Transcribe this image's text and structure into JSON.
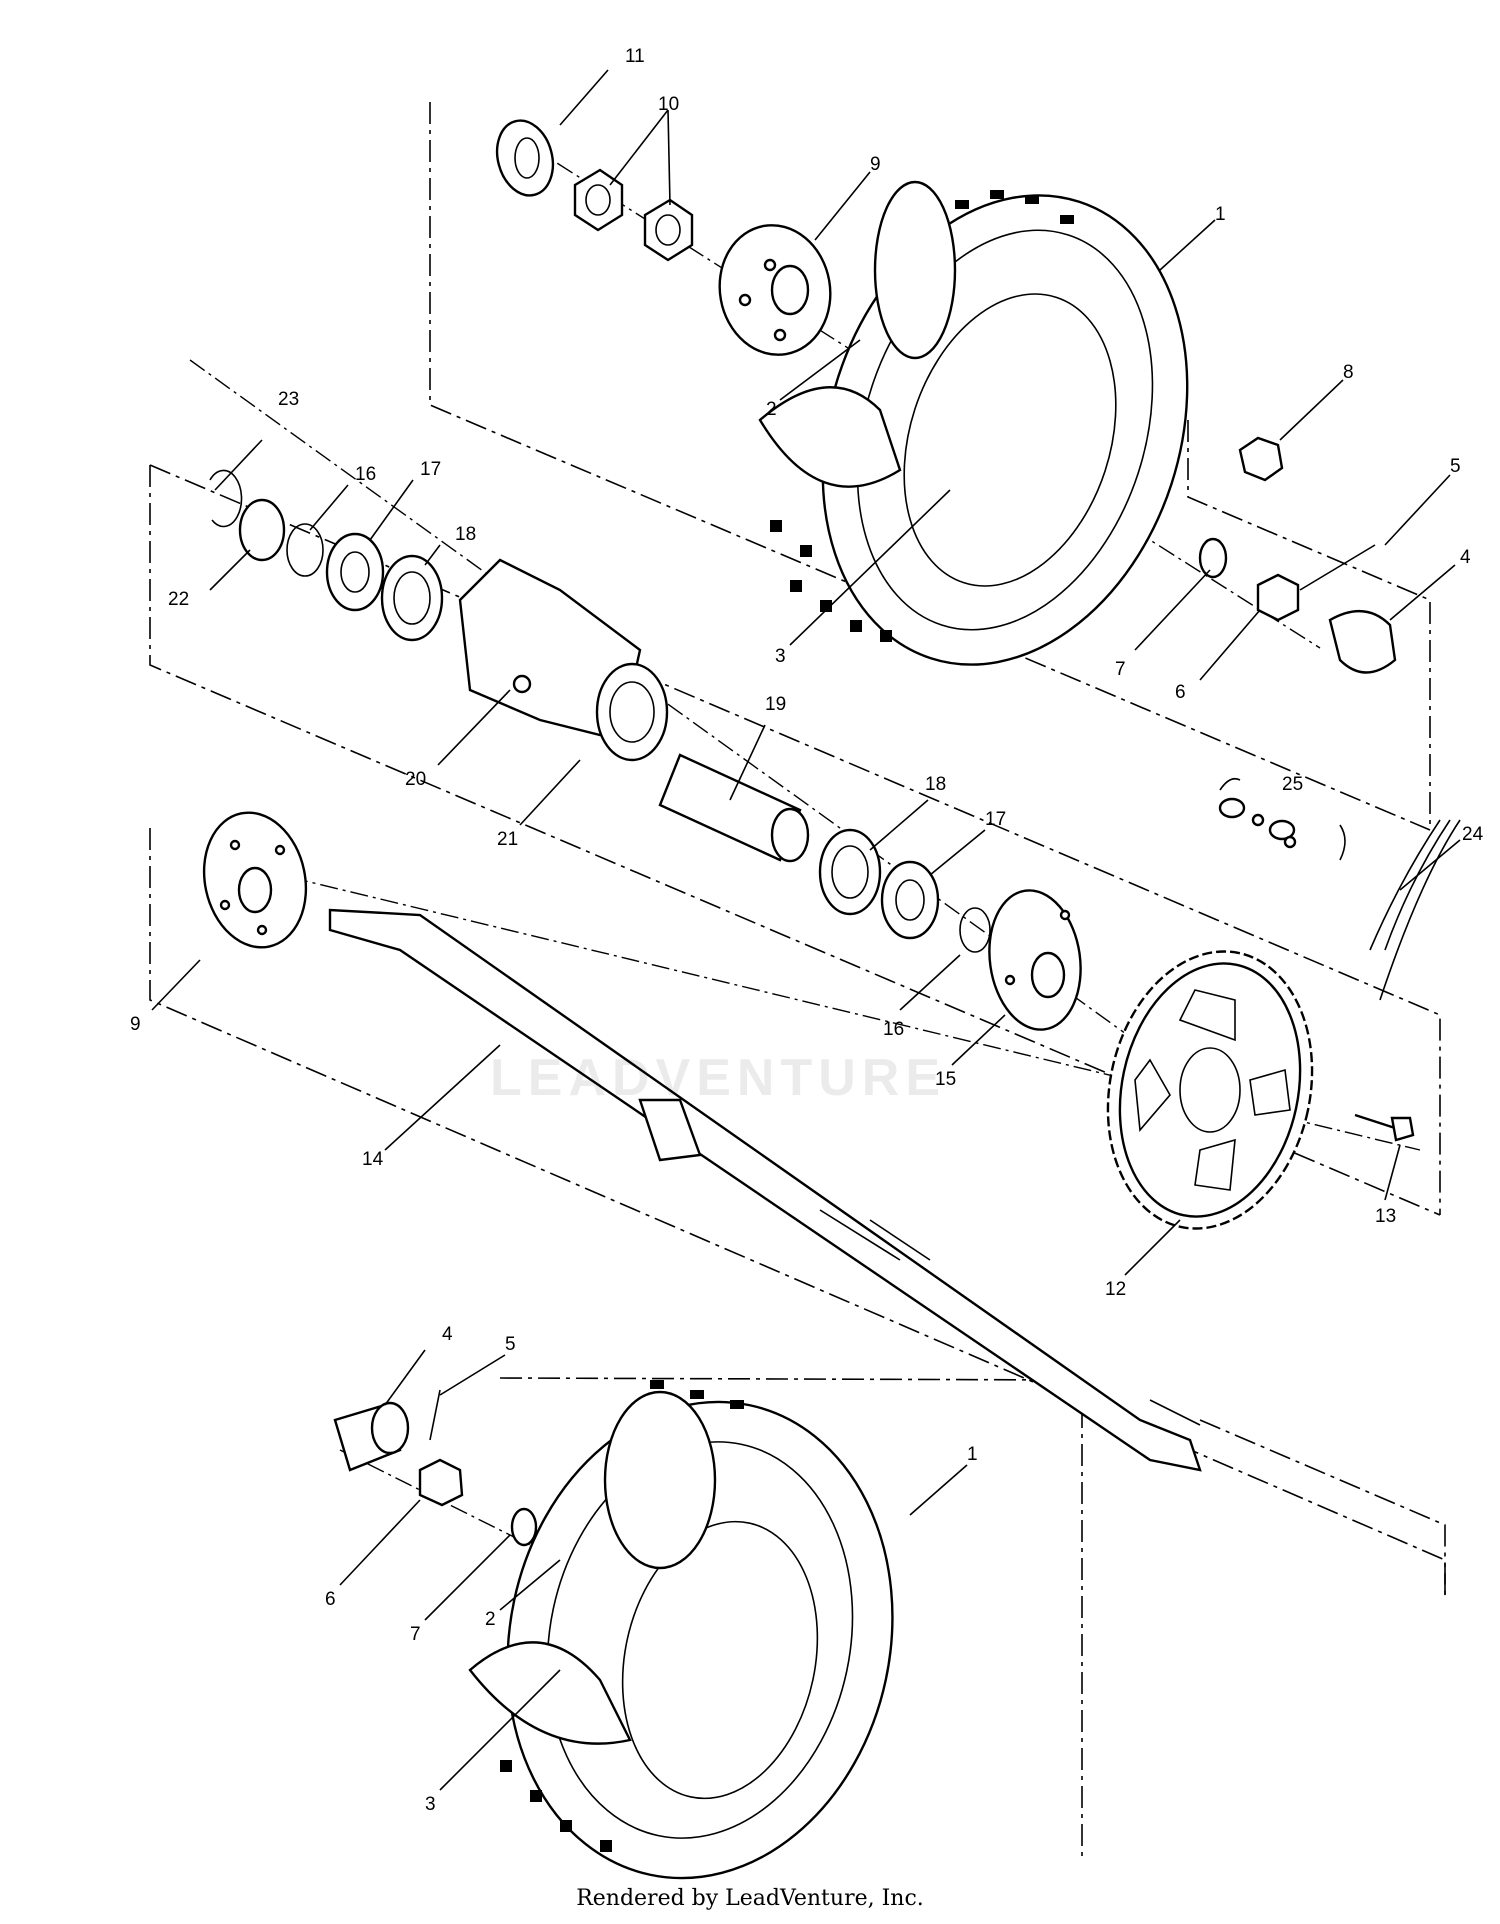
{
  "footer": "Rendered by LeadVenture, Inc.",
  "watermark": "LEADVENTURE",
  "callouts": [
    "11",
    "10",
    "9",
    "1",
    "2",
    "8",
    "5",
    "4",
    "3",
    "7",
    "6",
    "23",
    "16",
    "17",
    "18",
    "22",
    "20",
    "21",
    "19",
    "25",
    "24",
    "18",
    "17",
    "9",
    "16",
    "15",
    "14",
    "13",
    "12",
    "4",
    "5",
    "1",
    "6",
    "7",
    "2",
    "3"
  ],
  "colors": {
    "ink": "#000000",
    "paper": "#ffffff"
  }
}
